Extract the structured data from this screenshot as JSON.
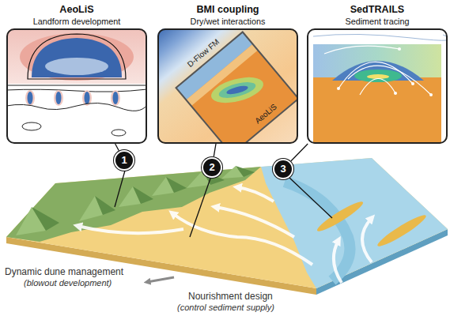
{
  "diagram": {
    "nodes": [
      {
        "text": [
          "AeoLiS",
          "Landform development"
        ]
      },
      {
        "text": [
          "BMI coupling",
          "Dry/wet interactions"
        ]
      },
      {
        "text": [
          "SedTRAILS",
          "Sediment tracing"
        ]
      },
      {
        "text": [
          "1"
        ]
      },
      {
        "text": [
          "2"
        ]
      },
      {
        "text": [
          "3"
        ]
      }
    ],
    "edges": [
      {
        "from": 0,
        "to": 3,
        "arrow": "none"
      },
      {
        "from": 1,
        "to": 4,
        "arrow": "none"
      },
      {
        "from": 2,
        "to": 5,
        "arrow": "none"
      }
    ],
    "labels": [
      "D-Flow FM",
      "AeoLiS",
      "Dynamic dune management",
      "(blowout development)",
      "Nourishment design",
      "(control sediment supply)"
    ]
  }
}
